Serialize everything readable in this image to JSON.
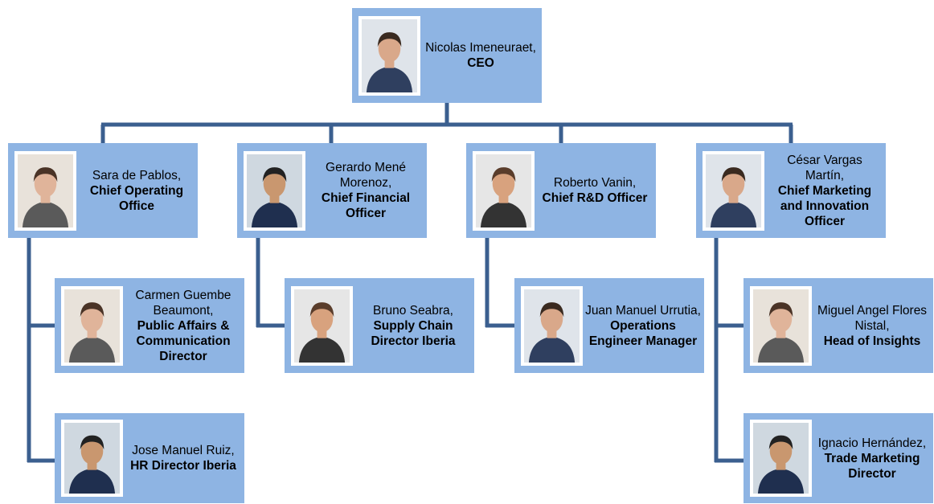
{
  "colors": {
    "box": "#8eb4e3",
    "connector": "#3b5f8f",
    "photo_frame": "#ffffff"
  },
  "org_chart": {
    "ceo": {
      "name": "Nicolas Imeneuraet,",
      "role": "CEO",
      "photo": "portrait-photo"
    },
    "executives": [
      {
        "name": "Sara de Pablos,",
        "role": "Chief Operating Office",
        "photo": "portrait-photo",
        "reports": [
          {
            "name": "Carmen Guembe Beaumont,",
            "role": "Public Affairs & Communication Director",
            "photo": "portrait-photo"
          },
          {
            "name": "Jose Manuel Ruiz,",
            "role": "HR Director Iberia",
            "photo": "portrait-photo"
          }
        ]
      },
      {
        "name": "Gerardo Mené Morenoz,",
        "role": "Chief Financial Officer",
        "photo": "portrait-photo",
        "reports": [
          {
            "name": "Bruno Seabra,",
            "role": "Supply Chain Director Iberia",
            "photo": "portrait-photo"
          }
        ]
      },
      {
        "name": "Roberto Vanin,",
        "role": "Chief R&D Officer",
        "photo": "portrait-photo",
        "reports": [
          {
            "name": "Juan Manuel Urrutia,",
            "role": "Operations Engineer Manager",
            "photo": "portrait-photo"
          }
        ]
      },
      {
        "name": "César Vargas Martín,",
        "role": "Chief Marketing and Innovation Officer",
        "photo": "portrait-photo",
        "reports": [
          {
            "name": "Miguel Angel Flores Nistal,",
            "role": "Head of Insights",
            "photo": "portrait-photo"
          },
          {
            "name": "Ignacio Hernández,",
            "role": "Trade Marketing Director",
            "photo": "portrait-photo"
          }
        ]
      }
    ]
  }
}
